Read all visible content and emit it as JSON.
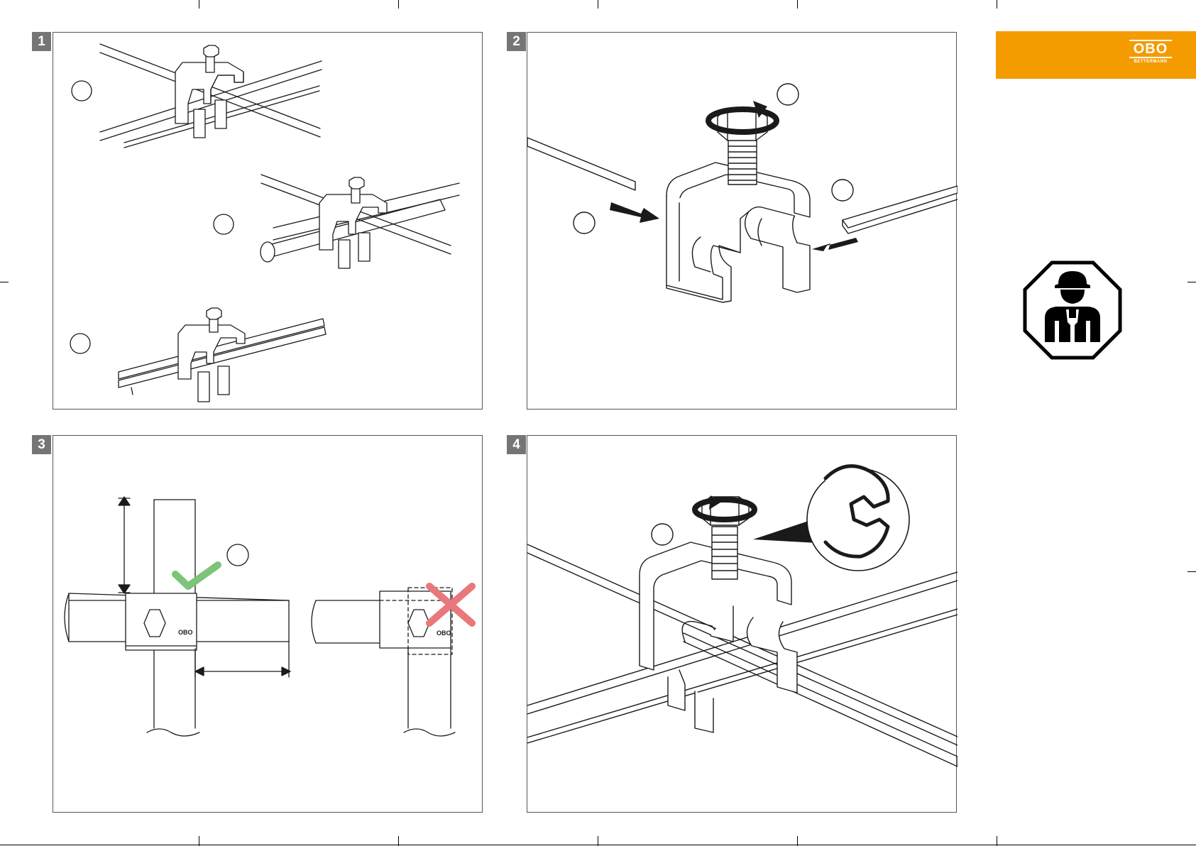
{
  "steps": [
    {
      "number": "1"
    },
    {
      "number": "2"
    },
    {
      "number": "3"
    },
    {
      "number": "4"
    }
  ],
  "brand": {
    "logo_text": "OBO",
    "logo_subtext": "BETTERMANN",
    "color": "#f49b00"
  },
  "icons": {
    "installer": "installer-with-wrench-icon",
    "correct": "green-check-icon",
    "incorrect": "red-cross-icon",
    "rotate": "rotation-arrow-icon",
    "wrench": "open-end-wrench-icon"
  },
  "colors": {
    "check": "#7cc47a",
    "cross": "#e8787c",
    "badge": "#757575",
    "line": "#1a1a1a"
  }
}
